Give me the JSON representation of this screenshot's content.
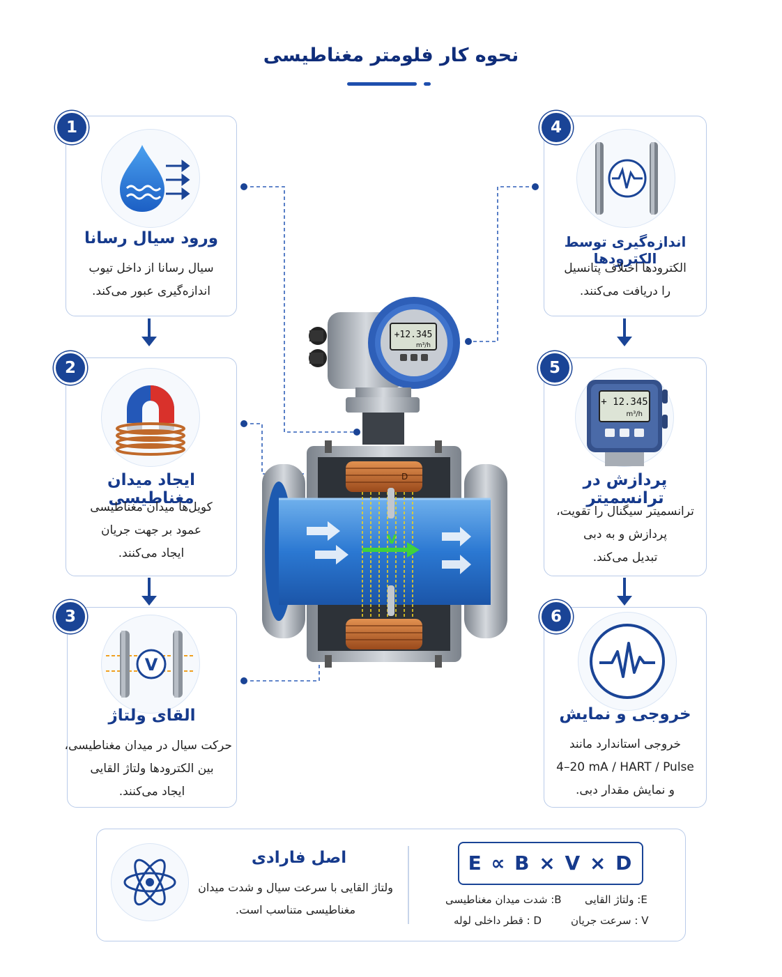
{
  "title": "نحوه کار فلومتر مغناطیسی",
  "steps": [
    {
      "num": "1",
      "title": "ورود سیال رسانا",
      "lines": [
        "سیال رسانا از داخل تیوب",
        "اندازه‌گیری عبور می‌کند."
      ]
    },
    {
      "num": "2",
      "title": "ایجاد میدان مغناطیسی",
      "lines": [
        "کویل‌ها میدان مغناطیسی",
        "عمود بر جهت جریان",
        "ایجاد می‌کنند."
      ]
    },
    {
      "num": "3",
      "title": "القای ولتاژ",
      "lines": [
        "حرکت سیال در میدان مغناطیسی،",
        "بین الکترودها ولتاژ القایی",
        "ایجاد می‌کنند."
      ]
    },
    {
      "num": "4",
      "title": "اندازه‌گیری توسط الکترودها",
      "lines": [
        "الکترودها اختلاف پتانسیل",
        "را دریافت می‌کنند."
      ]
    },
    {
      "num": "5",
      "title": "پردازش در ترانسمیتر",
      "lines": [
        "ترانسمیتر سیگنال را تقویت،",
        "پردازش و به دبی",
        "تبدیل می‌کند."
      ]
    },
    {
      "num": "6",
      "title": "خروجی و نمایش",
      "lines": [
        "خروجی استاندارد مانند",
        "4–20 mA / HART / Pulse",
        "و نمایش مقدار دبی."
      ]
    }
  ],
  "meter": {
    "display_value": "+12.345",
    "display_unit": "m³/h",
    "transmitter_value": "+ 12.345",
    "transmitter_unit": "m³/h",
    "velocity_label": "V",
    "coil_label": "D"
  },
  "faraday": {
    "title": "اصل فارادی",
    "lines": [
      "ولتاژ القایی با سرعت سیال و شدت میدان",
      "مغناطیسی متناسب است."
    ],
    "formula": "E ∝ B × V × D",
    "legend": {
      "e": "E: ولتاژ القایی",
      "b": "B: شدت میدان مغناطیسی",
      "v": "V : سرعت جریان",
      "d": "D : قطر داخلی لوله"
    }
  },
  "colors": {
    "primary": "#1a4496",
    "border": "#b9cbe9",
    "accent": "#2f6fd6"
  }
}
